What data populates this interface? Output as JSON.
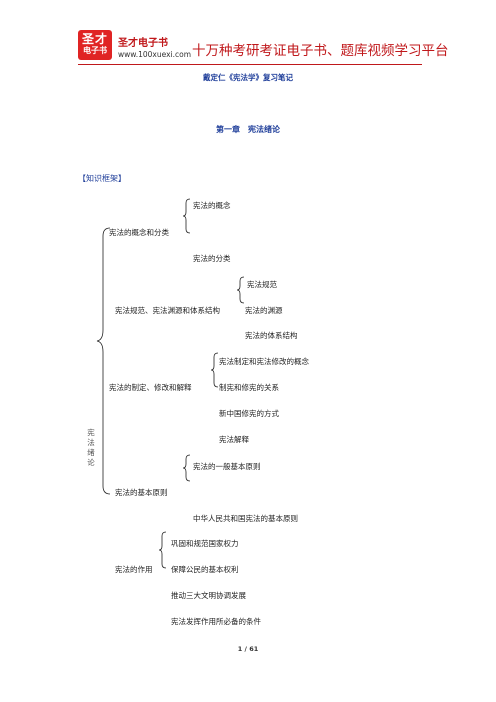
{
  "header": {
    "logo_line1": "圣才",
    "logo_line2": "电子书",
    "brand_name": "圣才电子书",
    "url": "www.100xuexi.com",
    "tagline": "十万种考研考证电子书、题库视频学习平台"
  },
  "document": {
    "title": "戴定仁《宪法学》复习笔记",
    "chapter_title": "第一章　宪法绪论",
    "section_label": "【知识框架】"
  },
  "tree": {
    "root_label": "宪法绪论",
    "branches": [
      {
        "label": "宪法的概念和分类",
        "children": [
          "宪法的概念",
          "宪法的分类"
        ]
      },
      {
        "label": "宪法规范、宪法渊源和体系结构",
        "children": [
          "宪法规范",
          "宪法的渊源",
          "宪法的体系结构"
        ]
      },
      {
        "label": "宪法的制定、修改和解释",
        "children": [
          "宪法制定和宪法修改的概念",
          "制宪和修宪的关系",
          "新中国修宪的方式",
          "宪法解释"
        ]
      },
      {
        "label": "宪法的基本原则",
        "children": [
          "宪法的一般基本原则",
          "中华人民共和国宪法的基本原则"
        ]
      }
    ],
    "extra": {
      "label": "宪法的作用",
      "children": [
        "巩固和规范国家权力",
        "保障公民的基本权利",
        "推动三大文明协调发展",
        "宪法发挥作用所必备的条件"
      ]
    }
  },
  "footer": {
    "page_number": "1 / 61"
  }
}
